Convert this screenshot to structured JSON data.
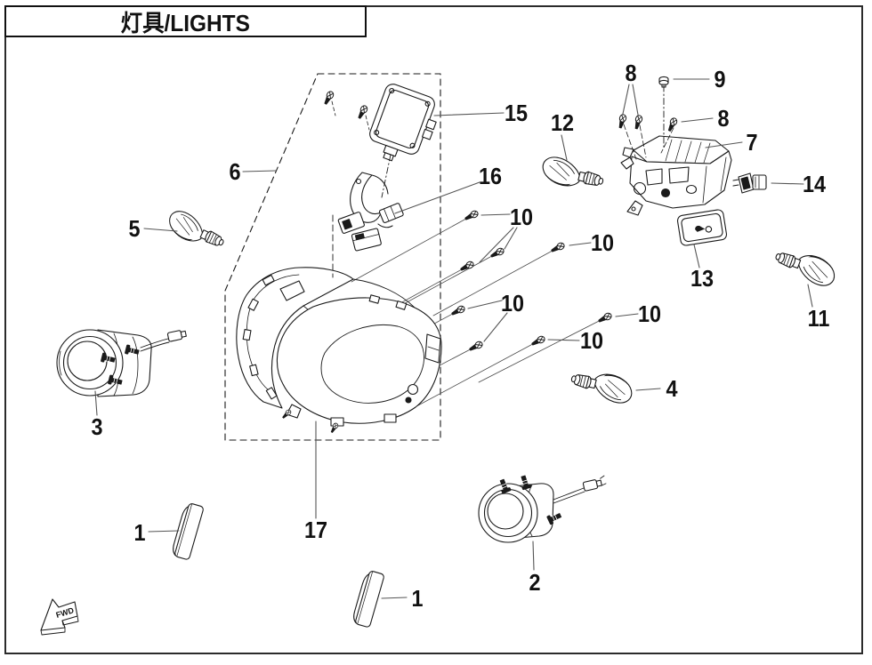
{
  "title": "灯具/LIGHTS",
  "fwd_label": "FWD",
  "colors": {
    "line": "#1a1a1a",
    "leader": "#555555",
    "background": "#ffffff",
    "border": "#222222"
  },
  "callouts": [
    {
      "label": "6"
    },
    {
      "label": "15"
    },
    {
      "label": "16"
    },
    {
      "label": "5"
    },
    {
      "label": "3"
    },
    {
      "label": "1"
    },
    {
      "label": "17"
    },
    {
      "label": "1"
    },
    {
      "label": "2"
    },
    {
      "label": "12"
    },
    {
      "label": "8"
    },
    {
      "label": "9"
    },
    {
      "label": "8"
    },
    {
      "label": "7"
    },
    {
      "label": "14"
    },
    {
      "label": "13"
    },
    {
      "label": "11"
    },
    {
      "label": "4"
    },
    {
      "label": "10"
    },
    {
      "label": "10"
    },
    {
      "label": "10"
    },
    {
      "label": "10"
    },
    {
      "label": "10"
    }
  ]
}
